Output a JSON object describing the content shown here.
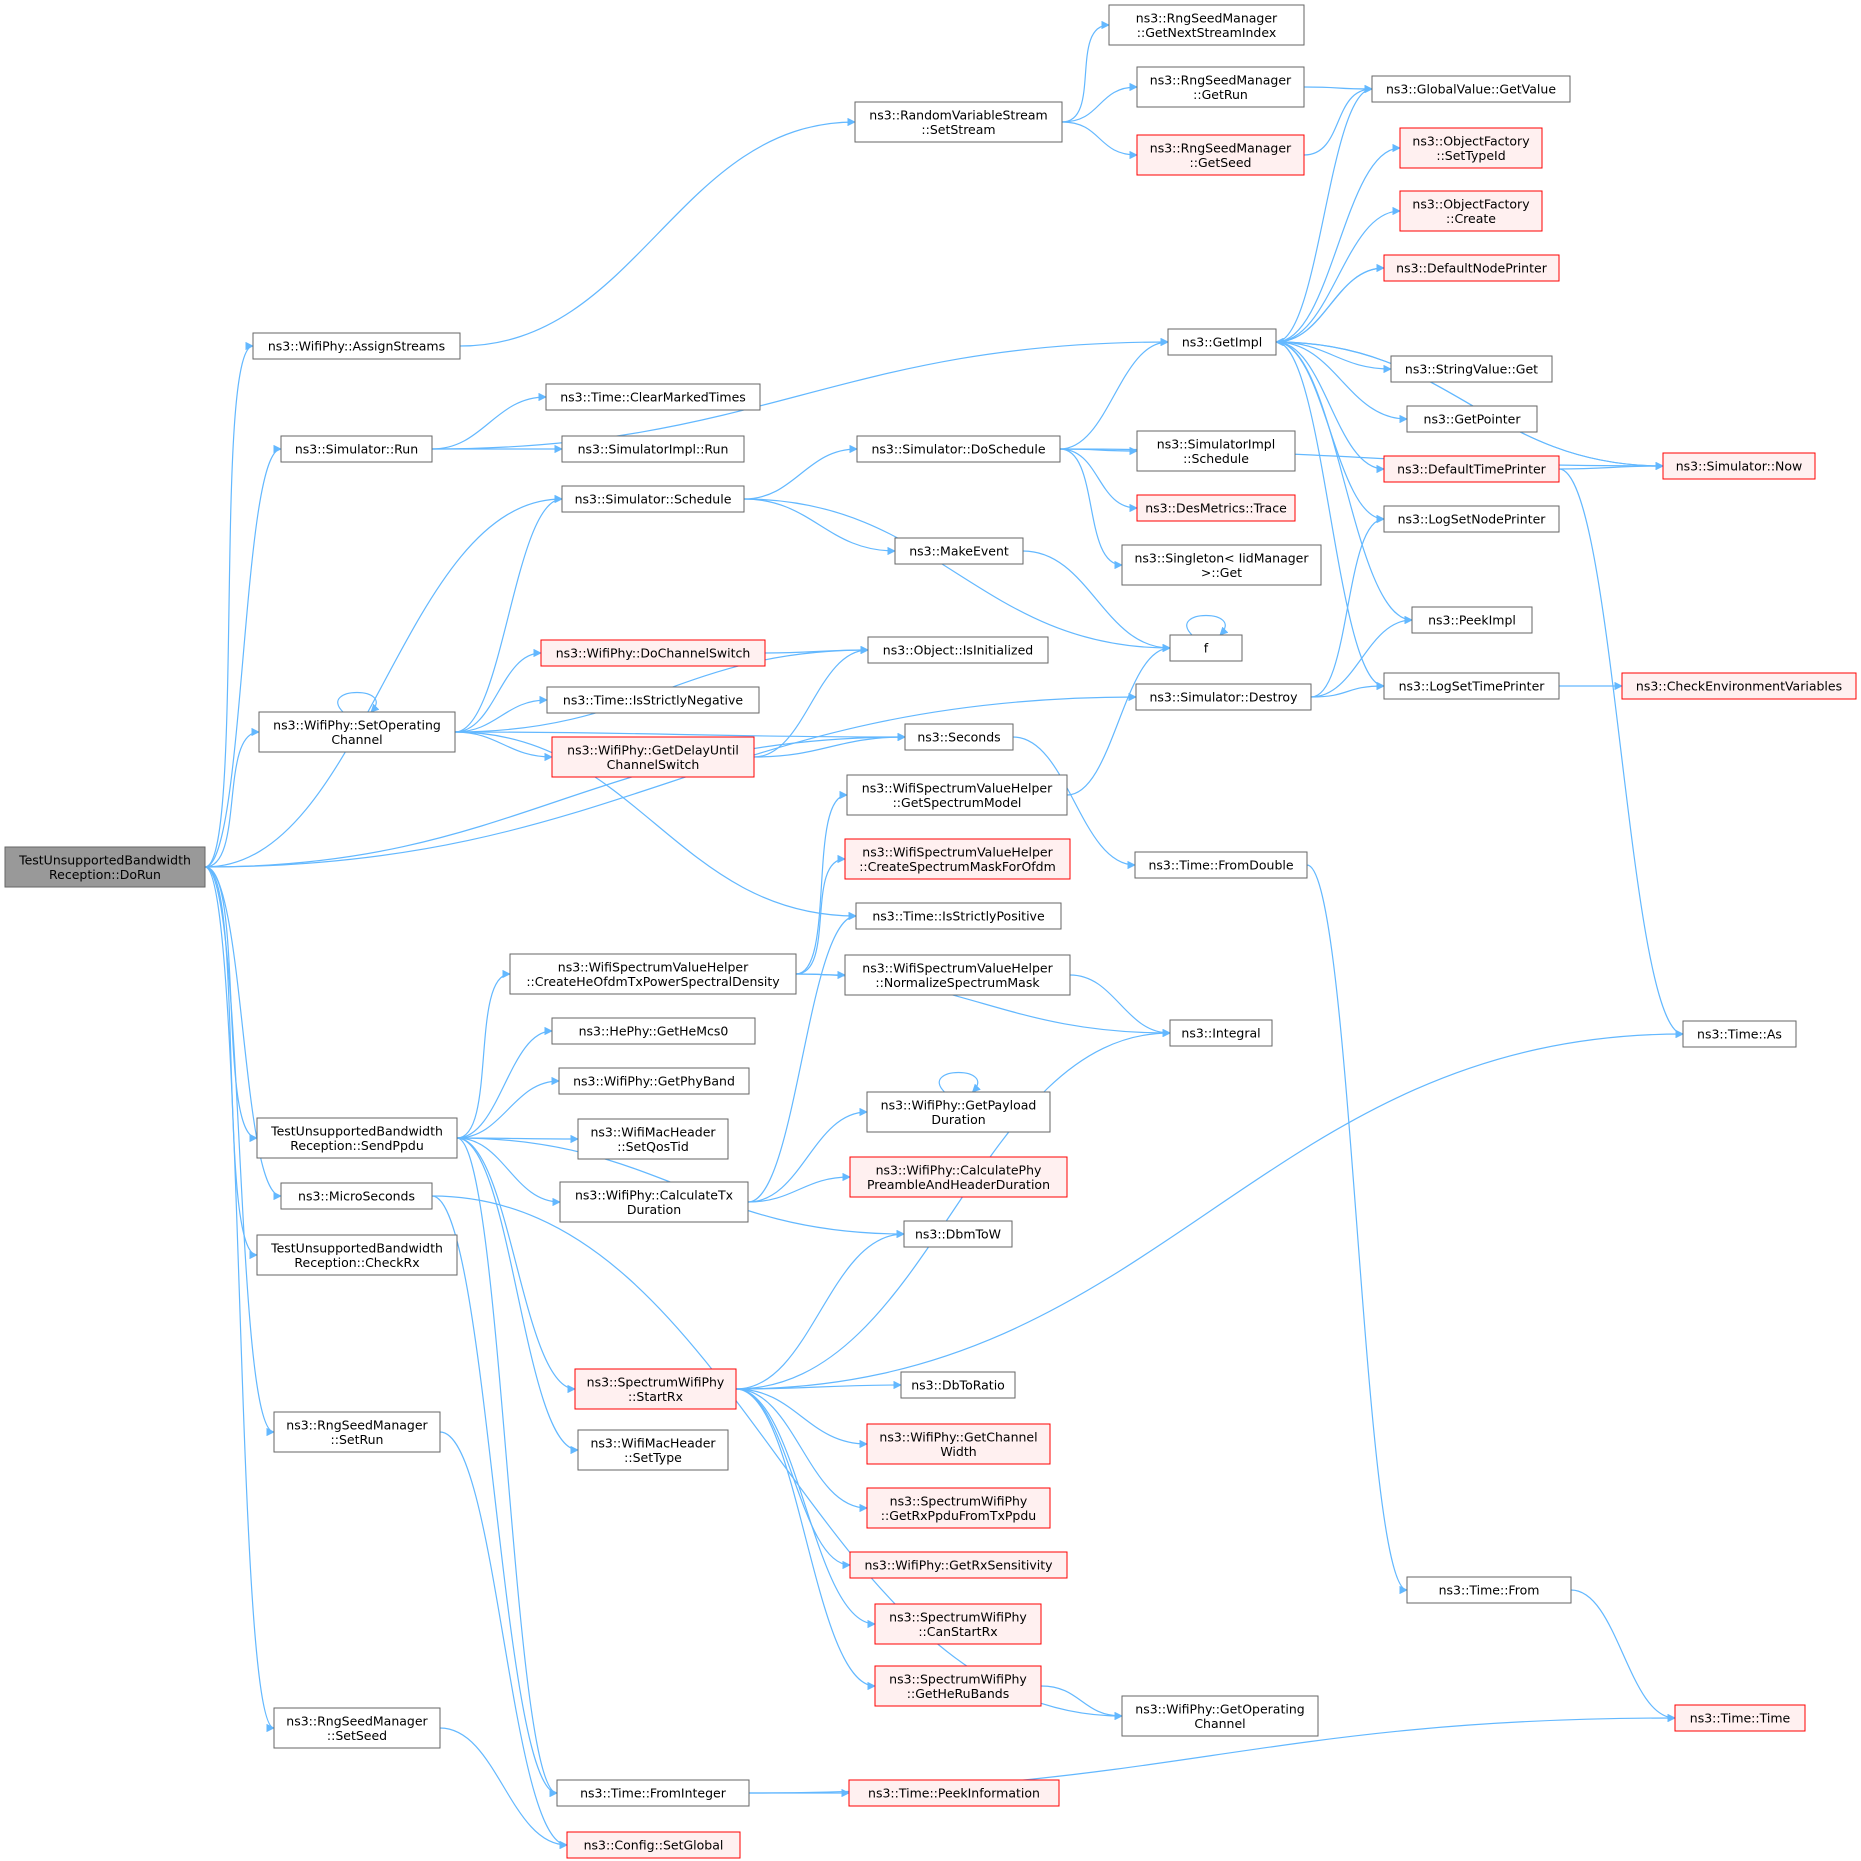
{
  "colors": {
    "normal_fill": "#ffffff",
    "normal_stroke": "#666666",
    "normal_text": "#000000",
    "red_fill": "#fff0f0",
    "red_stroke": "#ff0000",
    "red_text": "#000000",
    "root_fill": "#999999",
    "root_stroke": "#666666",
    "edge": "#63b8ff"
  },
  "nodes": [
    {
      "id": "root",
      "lines": [
        "TestUnsupportedBandwidth",
        "Reception::DoRun"
      ],
      "style": "root"
    },
    {
      "id": "assignStreams",
      "lines": [
        "ns3::WifiPhy::AssignStreams"
      ],
      "style": "normal"
    },
    {
      "id": "simRun",
      "lines": [
        "ns3::Simulator::Run"
      ],
      "style": "normal"
    },
    {
      "id": "simSchedule",
      "lines": [
        "ns3::Simulator::Schedule"
      ],
      "style": "normal"
    },
    {
      "id": "setOpChannel",
      "lines": [
        "ns3::WifiPhy::SetOperating",
        "Channel"
      ],
      "style": "normal"
    },
    {
      "id": "sendPpdu",
      "lines": [
        "TestUnsupportedBandwidth",
        "Reception::SendPpdu"
      ],
      "style": "normal"
    },
    {
      "id": "microSeconds",
      "lines": [
        "ns3::MicroSeconds"
      ],
      "style": "normal"
    },
    {
      "id": "checkRx",
      "lines": [
        "TestUnsupportedBandwidth",
        "Reception::CheckRx"
      ],
      "style": "normal"
    },
    {
      "id": "setRun",
      "lines": [
        "ns3::RngSeedManager",
        "::SetRun"
      ],
      "style": "normal"
    },
    {
      "id": "setSeed",
      "lines": [
        "ns3::RngSeedManager",
        "::SetSeed"
      ],
      "style": "normal"
    },
    {
      "id": "rvsSetStream",
      "lines": [
        "ns3::RandomVariableStream",
        "::SetStream"
      ],
      "style": "normal"
    },
    {
      "id": "clearMarked",
      "lines": [
        "ns3::Time::ClearMarkedTimes"
      ],
      "style": "normal"
    },
    {
      "id": "simImplRun",
      "lines": [
        "ns3::SimulatorImpl::Run"
      ],
      "style": "normal"
    },
    {
      "id": "doChannelSwitch",
      "lines": [
        "ns3::WifiPhy::DoChannelSwitch"
      ],
      "style": "red"
    },
    {
      "id": "isStrictlyNeg",
      "lines": [
        "ns3::Time::IsStrictlyNegative"
      ],
      "style": "normal"
    },
    {
      "id": "getDelayUntil",
      "lines": [
        "ns3::WifiPhy::GetDelayUntil",
        "ChannelSwitch"
      ],
      "style": "red"
    },
    {
      "id": "createHeOfdm",
      "lines": [
        "ns3::WifiSpectrumValueHelper",
        "::CreateHeOfdmTxPowerSpectralDensity"
      ],
      "style": "normal"
    },
    {
      "id": "getHeMcs0",
      "lines": [
        "ns3::HePhy::GetHeMcs0"
      ],
      "style": "normal"
    },
    {
      "id": "getPhyBand",
      "lines": [
        "ns3::WifiPhy::GetPhyBand"
      ],
      "style": "normal"
    },
    {
      "id": "setQosTid",
      "lines": [
        "ns3::WifiMacHeader",
        "::SetQosTid"
      ],
      "style": "normal"
    },
    {
      "id": "calcTxDuration",
      "lines": [
        "ns3::WifiPhy::CalculateTx",
        "Duration"
      ],
      "style": "normal"
    },
    {
      "id": "startRx",
      "lines": [
        "ns3::SpectrumWifiPhy",
        "::StartRx"
      ],
      "style": "red"
    },
    {
      "id": "setType",
      "lines": [
        "ns3::WifiMacHeader",
        "::SetType"
      ],
      "style": "normal"
    },
    {
      "id": "fromInteger",
      "lines": [
        "ns3::Time::FromInteger"
      ],
      "style": "normal"
    },
    {
      "id": "configSetGlobal",
      "lines": [
        "ns3::Config::SetGlobal"
      ],
      "style": "red"
    },
    {
      "id": "getNextStream",
      "lines": [
        "ns3::RngSeedManager",
        "::GetNextStreamIndex"
      ],
      "style": "normal"
    },
    {
      "id": "rngGetRun",
      "lines": [
        "ns3::RngSeedManager",
        "::GetRun"
      ],
      "style": "normal"
    },
    {
      "id": "rngGetSeed",
      "lines": [
        "ns3::RngSeedManager",
        "::GetSeed"
      ],
      "style": "red"
    },
    {
      "id": "simDoSchedule",
      "lines": [
        "ns3::Simulator::DoSchedule"
      ],
      "style": "normal"
    },
    {
      "id": "makeEvent",
      "lines": [
        "ns3::MakeEvent"
      ],
      "style": "normal"
    },
    {
      "id": "objIsInit",
      "lines": [
        "ns3::Object::IsInitialized"
      ],
      "style": "normal"
    },
    {
      "id": "seconds",
      "lines": [
        "ns3::Seconds"
      ],
      "style": "normal"
    },
    {
      "id": "getSpectrumModel",
      "lines": [
        "ns3::WifiSpectrumValueHelper",
        "::GetSpectrumModel"
      ],
      "style": "normal"
    },
    {
      "id": "createMaskOfdm",
      "lines": [
        "ns3::WifiSpectrumValueHelper",
        "::CreateSpectrumMaskForOfdm"
      ],
      "style": "red"
    },
    {
      "id": "isStrictlyPos",
      "lines": [
        "ns3::Time::IsStrictlyPositive"
      ],
      "style": "normal"
    },
    {
      "id": "normalizeMask",
      "lines": [
        "ns3::WifiSpectrumValueHelper",
        "::NormalizeSpectrumMask"
      ],
      "style": "normal"
    },
    {
      "id": "getPayloadDur",
      "lines": [
        "ns3::WifiPhy::GetPayload",
        "Duration"
      ],
      "style": "normal"
    },
    {
      "id": "calcPhyPreamble",
      "lines": [
        "ns3::WifiPhy::CalculatePhy",
        "PreambleAndHeaderDuration"
      ],
      "style": "red"
    },
    {
      "id": "dbmToW",
      "lines": [
        "ns3::DbmToW"
      ],
      "style": "normal"
    },
    {
      "id": "dbToRatio",
      "lines": [
        "ns3::DbToRatio"
      ],
      "style": "normal"
    },
    {
      "id": "getChannelWidth",
      "lines": [
        "ns3::WifiPhy::GetChannel",
        "Width"
      ],
      "style": "red"
    },
    {
      "id": "getRxPpdu",
      "lines": [
        "ns3::SpectrumWifiPhy",
        "::GetRxPpduFromTxPpdu"
      ],
      "style": "red"
    },
    {
      "id": "getRxSens",
      "lines": [
        "ns3::WifiPhy::GetRxSensitivity"
      ],
      "style": "red"
    },
    {
      "id": "canStartRx",
      "lines": [
        "ns3::SpectrumWifiPhy",
        "::CanStartRx"
      ],
      "style": "red"
    },
    {
      "id": "getHeRuBands",
      "lines": [
        "ns3::SpectrumWifiPhy",
        "::GetHeRuBands"
      ],
      "style": "red"
    },
    {
      "id": "peekInfo",
      "lines": [
        "ns3::Time::PeekInformation"
      ],
      "style": "red"
    },
    {
      "id": "getImpl",
      "lines": [
        "ns3::GetImpl"
      ],
      "style": "normal"
    },
    {
      "id": "simImplSchedule",
      "lines": [
        "ns3::SimulatorImpl",
        "::Schedule"
      ],
      "style": "normal"
    },
    {
      "id": "desTrace",
      "lines": [
        "ns3::DesMetrics::Trace"
      ],
      "style": "red"
    },
    {
      "id": "singletonGet",
      "lines": [
        "ns3::Singleton< IidManager",
        ">::Get"
      ],
      "style": "normal"
    },
    {
      "id": "f",
      "lines": [
        "f"
      ],
      "style": "normal"
    },
    {
      "id": "simDestroy",
      "lines": [
        "ns3::Simulator::Destroy"
      ],
      "style": "normal"
    },
    {
      "id": "fromDouble",
      "lines": [
        "ns3::Time::FromDouble"
      ],
      "style": "normal"
    },
    {
      "id": "integral",
      "lines": [
        "ns3::Integral"
      ],
      "style": "normal"
    },
    {
      "id": "getOpChannel",
      "lines": [
        "ns3::WifiPhy::GetOperating",
        "Channel"
      ],
      "style": "normal"
    },
    {
      "id": "timeFrom",
      "lines": [
        "ns3::Time::From"
      ],
      "style": "normal"
    },
    {
      "id": "globalGetValue",
      "lines": [
        "ns3::GlobalValue::GetValue"
      ],
      "style": "normal"
    },
    {
      "id": "objFacSetTypeId",
      "lines": [
        "ns3::ObjectFactory",
        "::SetTypeId"
      ],
      "style": "red"
    },
    {
      "id": "objFacCreate",
      "lines": [
        "ns3::ObjectFactory",
        "::Create"
      ],
      "style": "red"
    },
    {
      "id": "defaultNodePrinter",
      "lines": [
        "ns3::DefaultNodePrinter"
      ],
      "style": "red"
    },
    {
      "id": "stringValueGet",
      "lines": [
        "ns3::StringValue::Get"
      ],
      "style": "normal"
    },
    {
      "id": "getPointer",
      "lines": [
        "ns3::GetPointer"
      ],
      "style": "normal"
    },
    {
      "id": "defaultTimePrinter",
      "lines": [
        "ns3::DefaultTimePrinter"
      ],
      "style": "red"
    },
    {
      "id": "logSetNodePrinter",
      "lines": [
        "ns3::LogSetNodePrinter"
      ],
      "style": "normal"
    },
    {
      "id": "peekImpl",
      "lines": [
        "ns3::PeekImpl"
      ],
      "style": "normal"
    },
    {
      "id": "logSetTimePrinter",
      "lines": [
        "ns3::LogSetTimePrinter"
      ],
      "style": "normal"
    },
    {
      "id": "timeAs",
      "lines": [
        "ns3::Time::As"
      ],
      "style": "normal"
    },
    {
      "id": "timeTime",
      "lines": [
        "ns3::Time::Time"
      ],
      "style": "red"
    },
    {
      "id": "simNow",
      "lines": [
        "ns3::Simulator::Now"
      ],
      "style": "red"
    },
    {
      "id": "checkEnv",
      "lines": [
        "ns3::CheckEnvironmentVariables"
      ],
      "style": "red"
    }
  ],
  "edges": [
    [
      "root",
      "assignStreams"
    ],
    [
      "root",
      "simRun"
    ],
    [
      "root",
      "simSchedule"
    ],
    [
      "root",
      "setOpChannel"
    ],
    [
      "root",
      "sendPpdu"
    ],
    [
      "root",
      "microSeconds"
    ],
    [
      "root",
      "checkRx"
    ],
    [
      "root",
      "setRun"
    ],
    [
      "root",
      "setSeed"
    ],
    [
      "root",
      "simDestroy"
    ],
    [
      "root",
      "seconds"
    ],
    [
      "assignStreams",
      "rvsSetStream"
    ],
    [
      "rvsSetStream",
      "getNextStream"
    ],
    [
      "rvsSetStream",
      "rngGetRun"
    ],
    [
      "rvsSetStream",
      "rngGetSeed"
    ],
    [
      "rngGetRun",
      "globalGetValue"
    ],
    [
      "rngGetSeed",
      "globalGetValue"
    ],
    [
      "simRun",
      "getImpl"
    ],
    [
      "simRun",
      "clearMarked"
    ],
    [
      "simRun",
      "simImplRun"
    ],
    [
      "simSchedule",
      "simDoSchedule"
    ],
    [
      "simSchedule",
      "makeEvent"
    ],
    [
      "simSchedule",
      "f"
    ],
    [
      "simDoSchedule",
      "getImpl"
    ],
    [
      "simDoSchedule",
      "simImplSchedule"
    ],
    [
      "simDoSchedule",
      "desTrace"
    ],
    [
      "simDoSchedule",
      "singletonGet"
    ],
    [
      "simDoSchedule",
      "simNow"
    ],
    [
      "makeEvent",
      "f"
    ],
    [
      "f",
      "f"
    ],
    [
      "setOpChannel",
      "setOpChannel"
    ],
    [
      "setOpChannel",
      "simSchedule"
    ],
    [
      "setOpChannel",
      "objIsInit"
    ],
    [
      "setOpChannel",
      "doChannelSwitch"
    ],
    [
      "setOpChannel",
      "isStrictlyNeg"
    ],
    [
      "setOpChannel",
      "getDelayUntil"
    ],
    [
      "setOpChannel",
      "seconds"
    ],
    [
      "setOpChannel",
      "isStrictlyPos"
    ],
    [
      "doChannelSwitch",
      "objIsInit"
    ],
    [
      "getDelayUntil",
      "objIsInit"
    ],
    [
      "getDelayUntil",
      "seconds"
    ],
    [
      "seconds",
      "fromDouble"
    ],
    [
      "fromDouble",
      "timeFrom"
    ],
    [
      "timeFrom",
      "timeTime"
    ],
    [
      "getSpectrumModel",
      "f"
    ],
    [
      "sendPpdu",
      "createHeOfdm"
    ],
    [
      "sendPpdu",
      "getHeMcs0"
    ],
    [
      "sendPpdu",
      "getPhyBand"
    ],
    [
      "sendPpdu",
      "setQosTid"
    ],
    [
      "sendPpdu",
      "calcTxDuration"
    ],
    [
      "sendPpdu",
      "dbmToW"
    ],
    [
      "sendPpdu",
      "startRx"
    ],
    [
      "sendPpdu",
      "setType"
    ],
    [
      "sendPpdu",
      "fromInteger"
    ],
    [
      "createHeOfdm",
      "getSpectrumModel"
    ],
    [
      "createHeOfdm",
      "createMaskOfdm"
    ],
    [
      "createHeOfdm",
      "normalizeMask"
    ],
    [
      "createHeOfdm",
      "integral"
    ],
    [
      "normalizeMask",
      "integral"
    ],
    [
      "calcTxDuration",
      "getPayloadDur"
    ],
    [
      "calcTxDuration",
      "calcPhyPreamble"
    ],
    [
      "calcTxDuration",
      "isStrictlyPos"
    ],
    [
      "getPayloadDur",
      "getPayloadDur"
    ],
    [
      "startRx",
      "dbmToW"
    ],
    [
      "startRx",
      "integral"
    ],
    [
      "startRx",
      "timeAs"
    ],
    [
      "startRx",
      "dbToRatio"
    ],
    [
      "startRx",
      "getChannelWidth"
    ],
    [
      "startRx",
      "getRxPpdu"
    ],
    [
      "startRx",
      "getRxSens"
    ],
    [
      "startRx",
      "canStartRx"
    ],
    [
      "startRx",
      "getHeRuBands"
    ],
    [
      "getHeRuBands",
      "getOpChannel"
    ],
    [
      "microSeconds",
      "fromInteger"
    ],
    [
      "microSeconds",
      "getOpChannel"
    ],
    [
      "fromInteger",
      "peekInfo"
    ],
    [
      "fromInteger",
      "timeTime"
    ],
    [
      "setRun",
      "configSetGlobal"
    ],
    [
      "setSeed",
      "configSetGlobal"
    ],
    [
      "getImpl",
      "globalGetValue"
    ],
    [
      "getImpl",
      "objFacSetTypeId"
    ],
    [
      "getImpl",
      "objFacCreate"
    ],
    [
      "getImpl",
      "defaultNodePrinter"
    ],
    [
      "getImpl",
      "stringValueGet"
    ],
    [
      "getImpl",
      "getPointer"
    ],
    [
      "getImpl",
      "defaultTimePrinter"
    ],
    [
      "getImpl",
      "logSetNodePrinter"
    ],
    [
      "getImpl",
      "logSetTimePrinter"
    ],
    [
      "getImpl",
      "simNow"
    ],
    [
      "getImpl",
      "peekImpl"
    ],
    [
      "defaultNodePrinter",
      "getImpl"
    ],
    [
      "simNow",
      "getImpl"
    ],
    [
      "defaultTimePrinter",
      "simNow"
    ],
    [
      "defaultTimePrinter",
      "timeAs"
    ],
    [
      "simDestroy",
      "logSetNodePrinter"
    ],
    [
      "simDestroy",
      "peekImpl"
    ],
    [
      "simDestroy",
      "logSetTimePrinter"
    ],
    [
      "logSetTimePrinter",
      "checkEnv"
    ]
  ]
}
